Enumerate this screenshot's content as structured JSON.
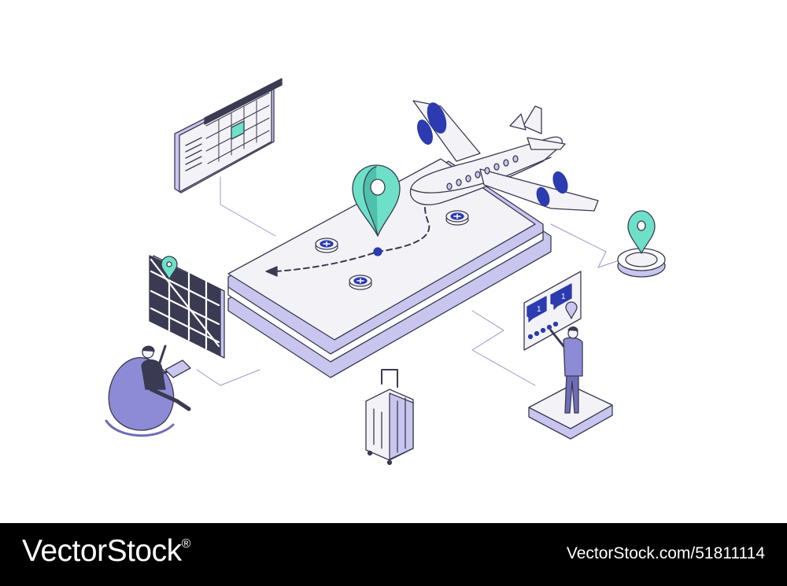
{
  "illustration": {
    "subject": "isometric travel booking app",
    "colors": {
      "primary": "#8e8bd6",
      "dark_blue": "#2d3bb0",
      "accent_teal": "#6ee0c8",
      "line": "#3a3a52",
      "light_fill": "#f3f3f7",
      "shadow_fill": "#c8c6ee"
    },
    "elements": [
      "calendar-panel",
      "phone-screen",
      "airplane",
      "map-pin",
      "route-path",
      "map-panel",
      "review-panel",
      "luggage",
      "person-beanbag",
      "person-standing"
    ],
    "review_badges": [
      {
        "icon": "comment-icon",
        "count": "1"
      },
      {
        "icon": "like-icon",
        "count": "1"
      }
    ]
  },
  "footer": {
    "brand": "VectorStock",
    "registered_mark": "®",
    "url": "VectorStock.com/51811114"
  }
}
